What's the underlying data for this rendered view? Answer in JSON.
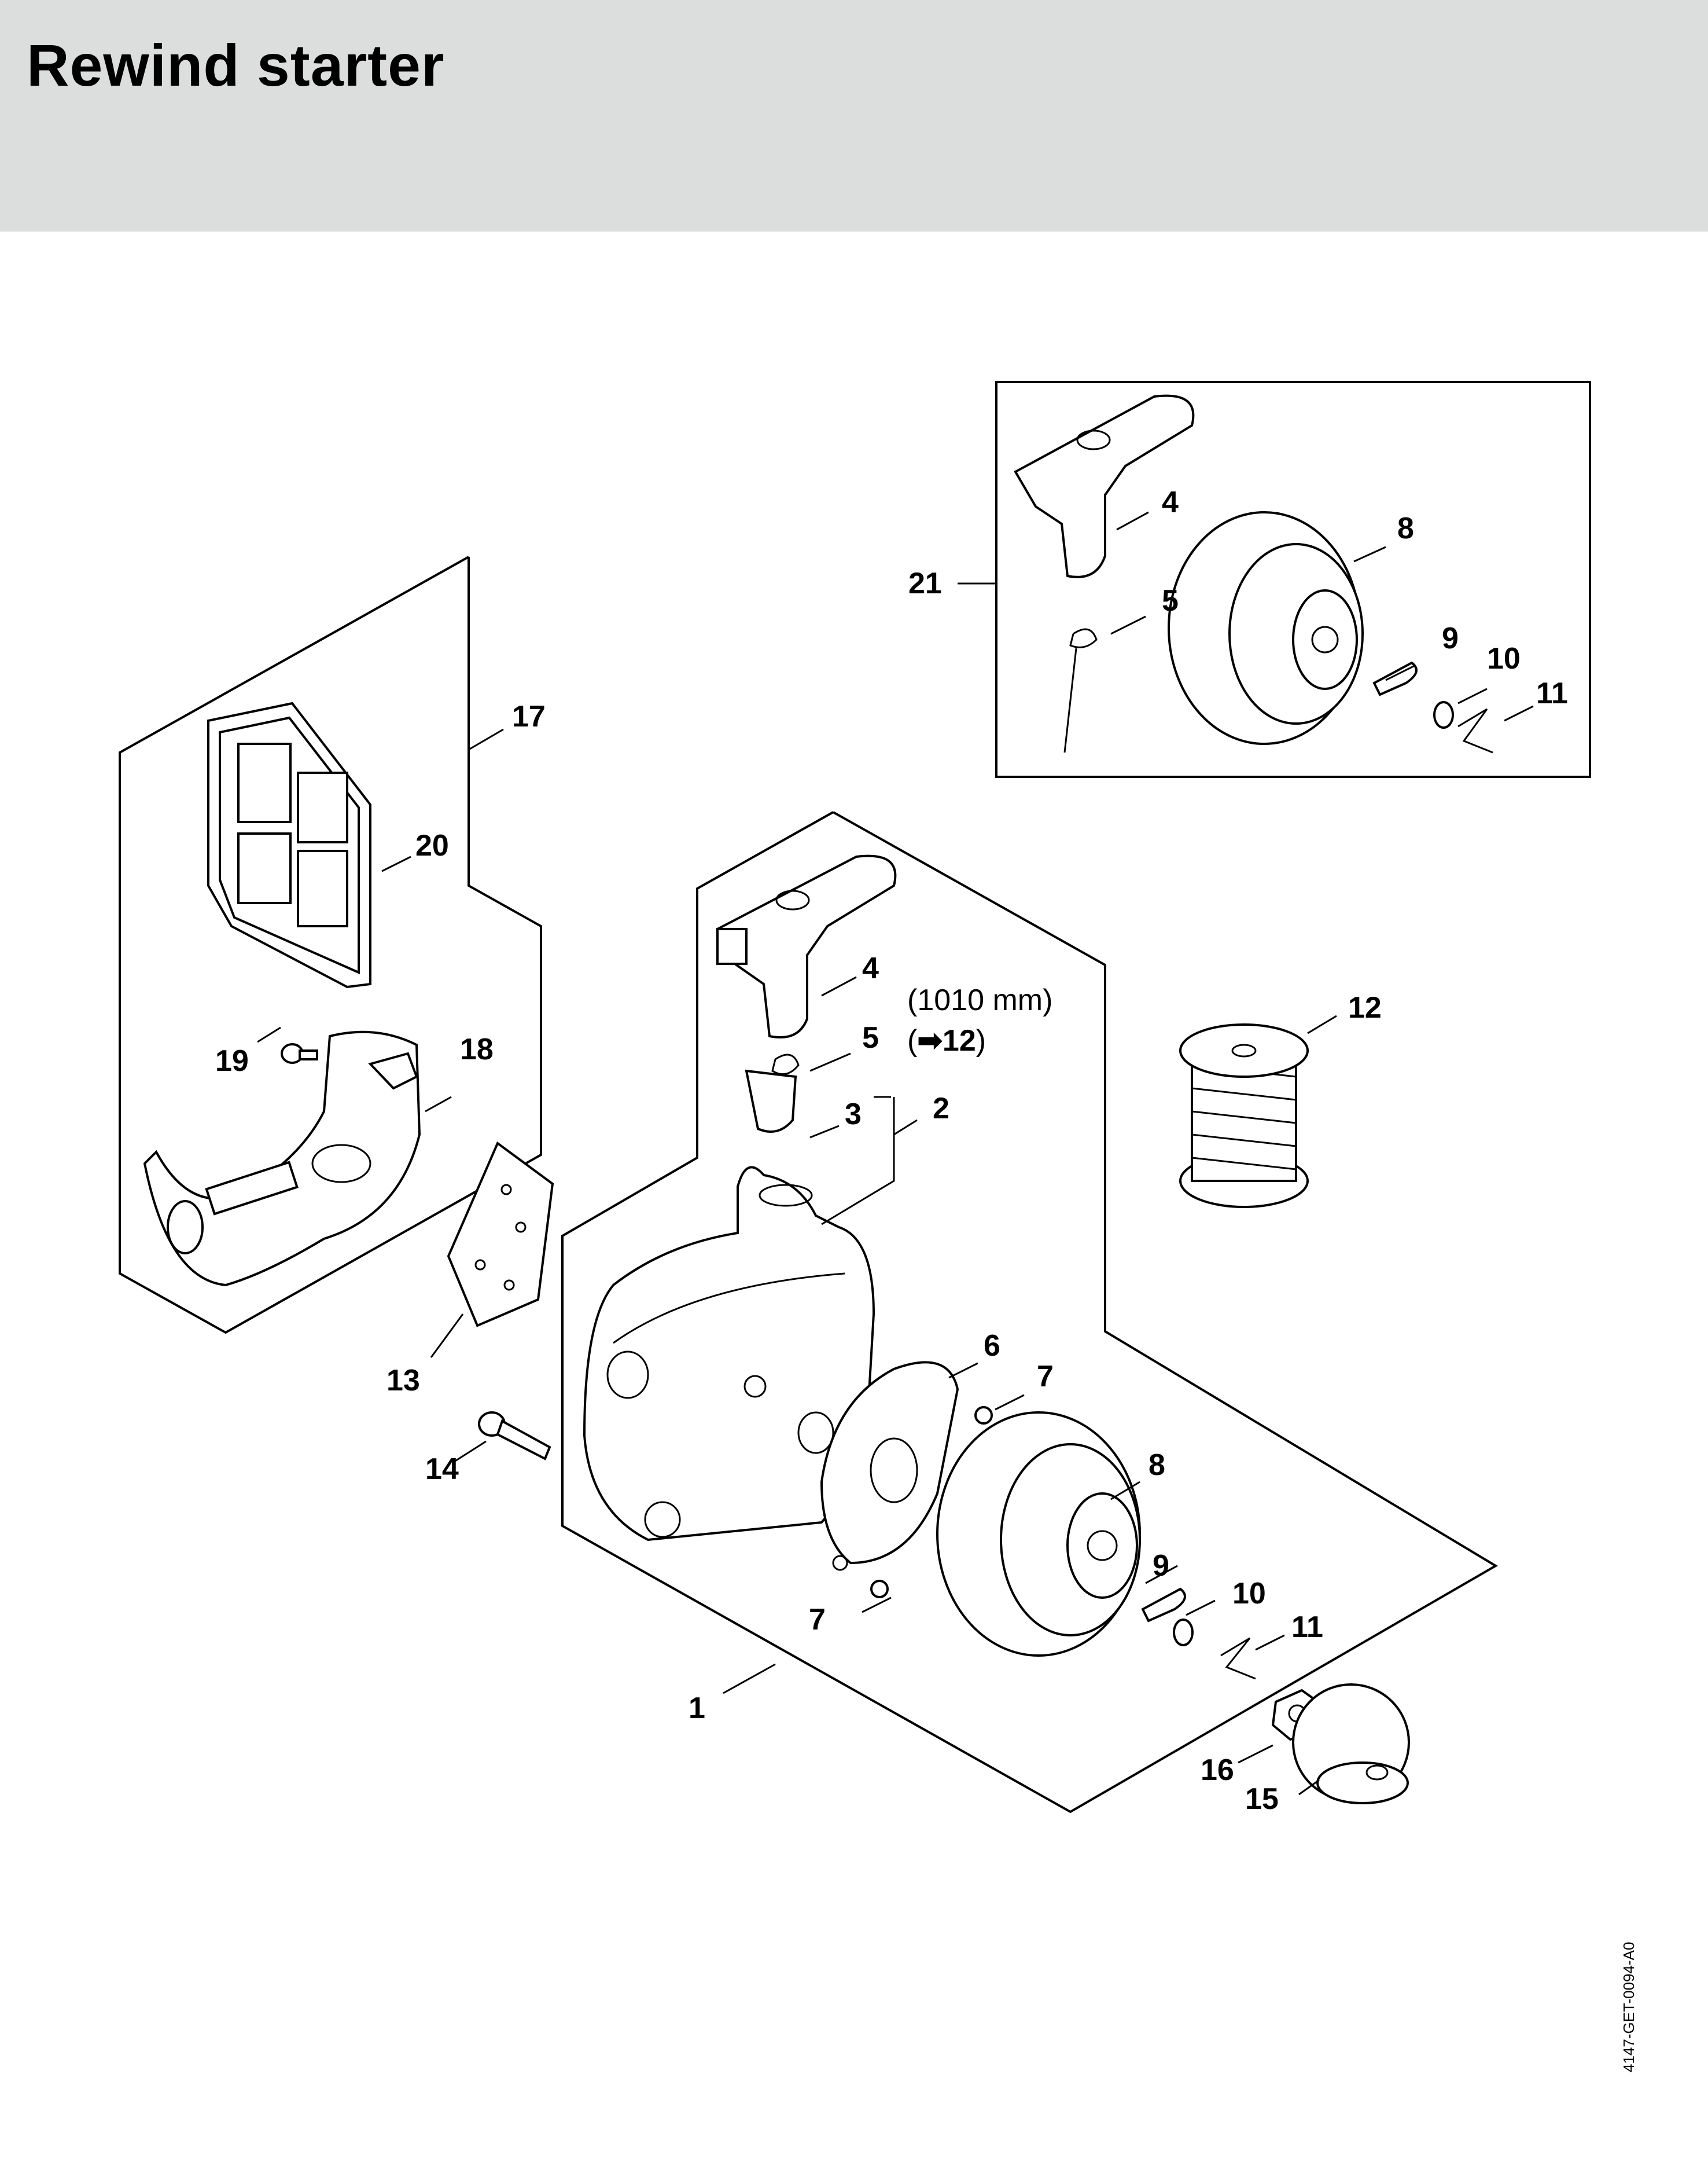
{
  "header": {
    "title": "Rewind starter"
  },
  "callouts": {
    "c1": "1",
    "c2": "2",
    "c3": "3",
    "c4_main": "4",
    "c4_kit": "4",
    "c5_main": "5",
    "c5_kit": "5",
    "c6": "6",
    "c7_a": "7",
    "c7_b": "7",
    "c8_main": "8",
    "c8_kit": "8",
    "c9_main": "9",
    "c9_kit": "9",
    "c10_main": "10",
    "c10_kit": "10",
    "c11_main": "11",
    "c11_kit": "11",
    "c12": "12",
    "c13": "13",
    "c14": "14",
    "c15": "15",
    "c16": "16",
    "c17": "17",
    "c18": "18",
    "c19": "19",
    "c20": "20",
    "c21": "21"
  },
  "rope_note": {
    "length": "(1010 mm)",
    "open": "(",
    "arrow": "➡",
    "ref": "12",
    "close": ")"
  },
  "document_id": "4147-GET-0094-A0"
}
